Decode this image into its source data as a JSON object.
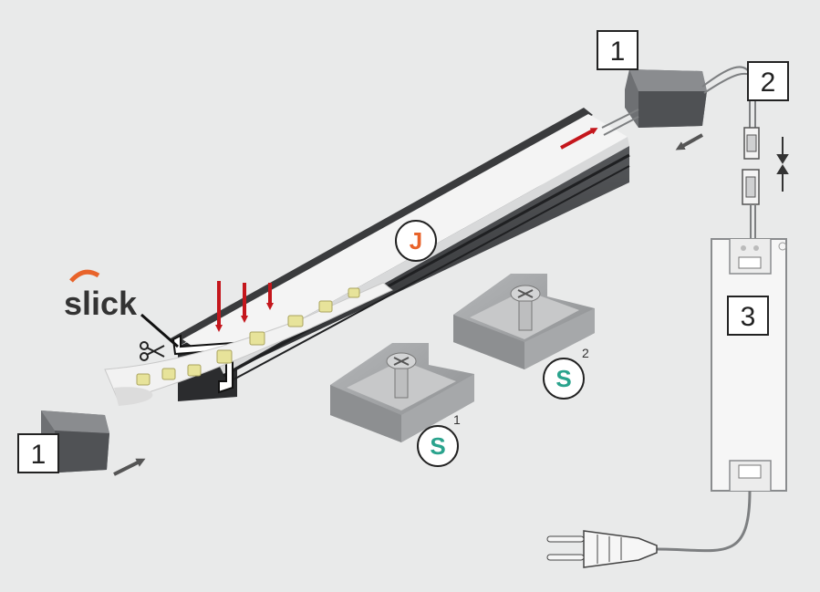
{
  "colors": {
    "background": "#e9eaea",
    "profile_dark": "#3a3b3d",
    "profile_side": "#2b2c2e",
    "diffuser": "#f4f4f4",
    "arrow_red": "#c4161c",
    "arrow_gray": "#555555",
    "badge_orange": "#e8632a",
    "badge_teal": "#2aa38d",
    "logo_red": "#e8632a",
    "line_gray": "#7d7f81"
  },
  "labels": {
    "endcap_top": "1",
    "connector": "2",
    "power_supply": "3",
    "endcap_bottom": "1"
  },
  "badges": {
    "profile": "J",
    "mount_1": "S",
    "mount_1_index": "1",
    "mount_2": "S",
    "mount_2_index": "2"
  },
  "logo": {
    "text": "slick"
  },
  "icons": {
    "cut": "scissors-icon",
    "plug": "plug-icon"
  }
}
